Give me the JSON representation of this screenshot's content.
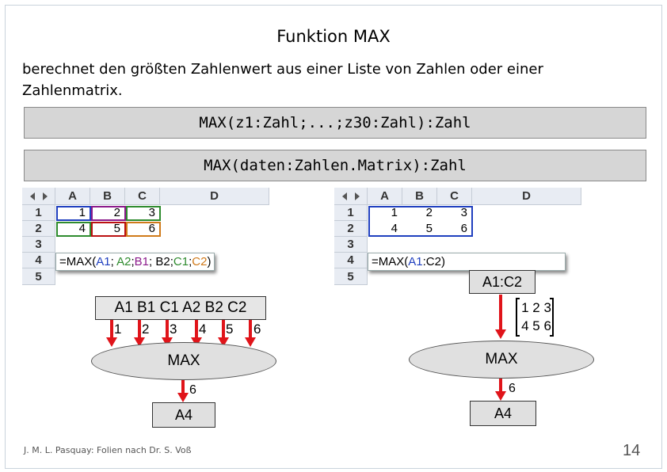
{
  "title": "Funktion MAX",
  "description": "berechnet den größten Zahlenwert aus einer Liste von Zahlen oder einer Zahlenmatrix.",
  "signature1": "MAX(z1:Zahl;...;z30:Zahl):Zahl",
  "signature2": "MAX(daten:Zahlen.Matrix):Zahl",
  "sheet": {
    "columns": [
      "A",
      "B",
      "C",
      "D"
    ],
    "rows": [
      "1",
      "2",
      "3",
      "4",
      "5"
    ],
    "row1": [
      "1",
      "2",
      "3"
    ],
    "row2": [
      "4",
      "5",
      "6"
    ]
  },
  "left": {
    "formula_prefix": "=MAX(",
    "formula_parts": [
      {
        "text": "A1",
        "color": "#1f3fbf"
      },
      {
        "text": "; ",
        "color": "#000000"
      },
      {
        "text": "A2",
        "color": "#2e8b2e"
      },
      {
        "text": ";",
        "color": "#000000"
      },
      {
        "text": "B1",
        "color": "#8b1a8b"
      },
      {
        "text": "; B2",
        "color": "#000000"
      },
      {
        "text": ";",
        "color": "#000000"
      },
      {
        "text": "C1",
        "color": "#2e8b2e"
      },
      {
        "text": ";",
        "color": "#000000"
      },
      {
        "text": "C2",
        "color": "#d07a1a"
      },
      {
        "text": ")",
        "color": "#000000"
      }
    ],
    "inputs_header": [
      "A1",
      "B1",
      "C1",
      "A2",
      "B2",
      "C2"
    ],
    "input_values": [
      "1",
      "2",
      "3",
      "4",
      "5",
      "6"
    ],
    "function_name": "MAX",
    "result": "6",
    "target": "A4"
  },
  "right": {
    "formula_prefix": "=MAX(",
    "formula_range": "A1",
    "formula_suffix": ":C2)",
    "range_label": "A1:C2",
    "matrix_row1": "1 2 3",
    "matrix_row2": "4 5 6",
    "function_name": "MAX",
    "result": "6",
    "target": "A4"
  },
  "footer": {
    "credit": "J. M. L. Pasquay: Folien nach Dr. S. Voß",
    "page_number": "14"
  },
  "colors": {
    "arrow": "#e0141a",
    "blue": "#1f3fbf",
    "green": "#2e8b2e",
    "purple": "#8b1a8b",
    "orange": "#d07a1a"
  }
}
